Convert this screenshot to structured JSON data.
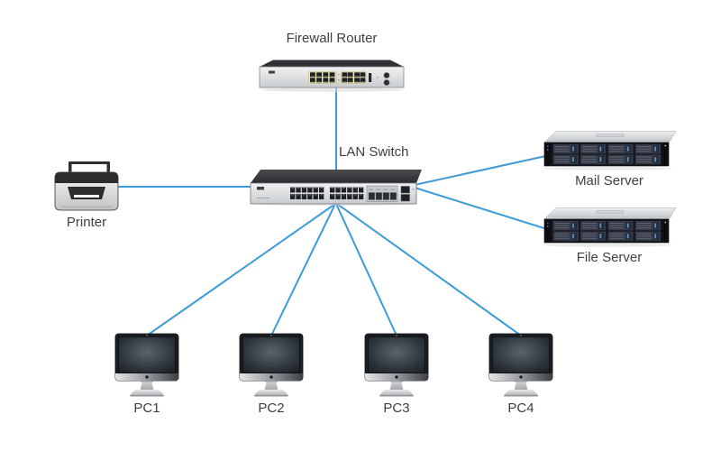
{
  "diagram": {
    "background": "#ffffff",
    "line_color": "#3d9bd8",
    "label_color": "#404040",
    "nodes": [
      {
        "id": "firewall-router",
        "type": "router",
        "label": "Firewall Router"
      },
      {
        "id": "lan-switch",
        "type": "switch",
        "label": "LAN Switch"
      },
      {
        "id": "printer",
        "type": "printer",
        "label": "Printer"
      },
      {
        "id": "mail-server",
        "type": "server",
        "label": "Mail Server"
      },
      {
        "id": "file-server",
        "type": "server",
        "label": "File Server"
      },
      {
        "id": "pc1",
        "type": "pc",
        "label": "PC1"
      },
      {
        "id": "pc2",
        "type": "pc",
        "label": "PC2"
      },
      {
        "id": "pc3",
        "type": "pc",
        "label": "PC3"
      },
      {
        "id": "pc4",
        "type": "pc",
        "label": "PC4"
      }
    ],
    "edges": [
      {
        "from": "firewall-router",
        "to": "lan-switch"
      },
      {
        "from": "lan-switch",
        "to": "printer"
      },
      {
        "from": "lan-switch",
        "to": "mail-server"
      },
      {
        "from": "lan-switch",
        "to": "file-server"
      },
      {
        "from": "lan-switch",
        "to": "pc1"
      },
      {
        "from": "lan-switch",
        "to": "pc2"
      },
      {
        "from": "lan-switch",
        "to": "pc3"
      },
      {
        "from": "lan-switch",
        "to": "pc4"
      }
    ]
  }
}
